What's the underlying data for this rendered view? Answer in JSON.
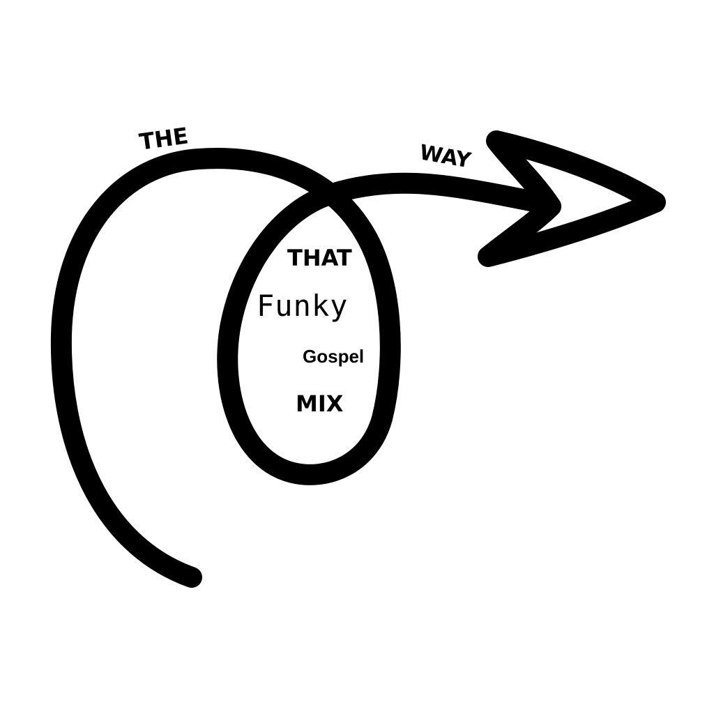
{
  "artwork": {
    "ink_color": "#000000",
    "background_color": "#ffffff",
    "words": {
      "the": "THE",
      "way": "WAY",
      "that": "THAT",
      "funky": "Funky",
      "gospel": "Gospel",
      "mix": "MIX"
    },
    "icons": [
      "looping-arrow-icon"
    ]
  }
}
